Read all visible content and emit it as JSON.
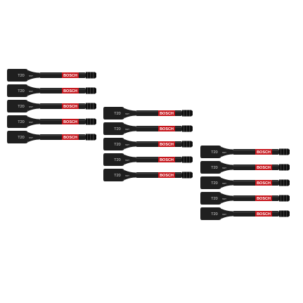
{
  "product": {
    "brand_text": "BOSCH",
    "size_label": "T20",
    "code_label": "SST",
    "bit_count": 15,
    "groups": [
      {
        "name": "group-left",
        "count": 5
      },
      {
        "name": "group-middle",
        "count": 5
      },
      {
        "name": "group-right",
        "count": 5
      }
    ]
  },
  "colors": {
    "background": "#ffffff",
    "bit_body": "#1f1f1f",
    "bit_shadow": "#0e0e0e",
    "bit_highlight": "#3a3a3a",
    "brand_band": "#c4161c",
    "label_text": "#d8d8d8"
  }
}
